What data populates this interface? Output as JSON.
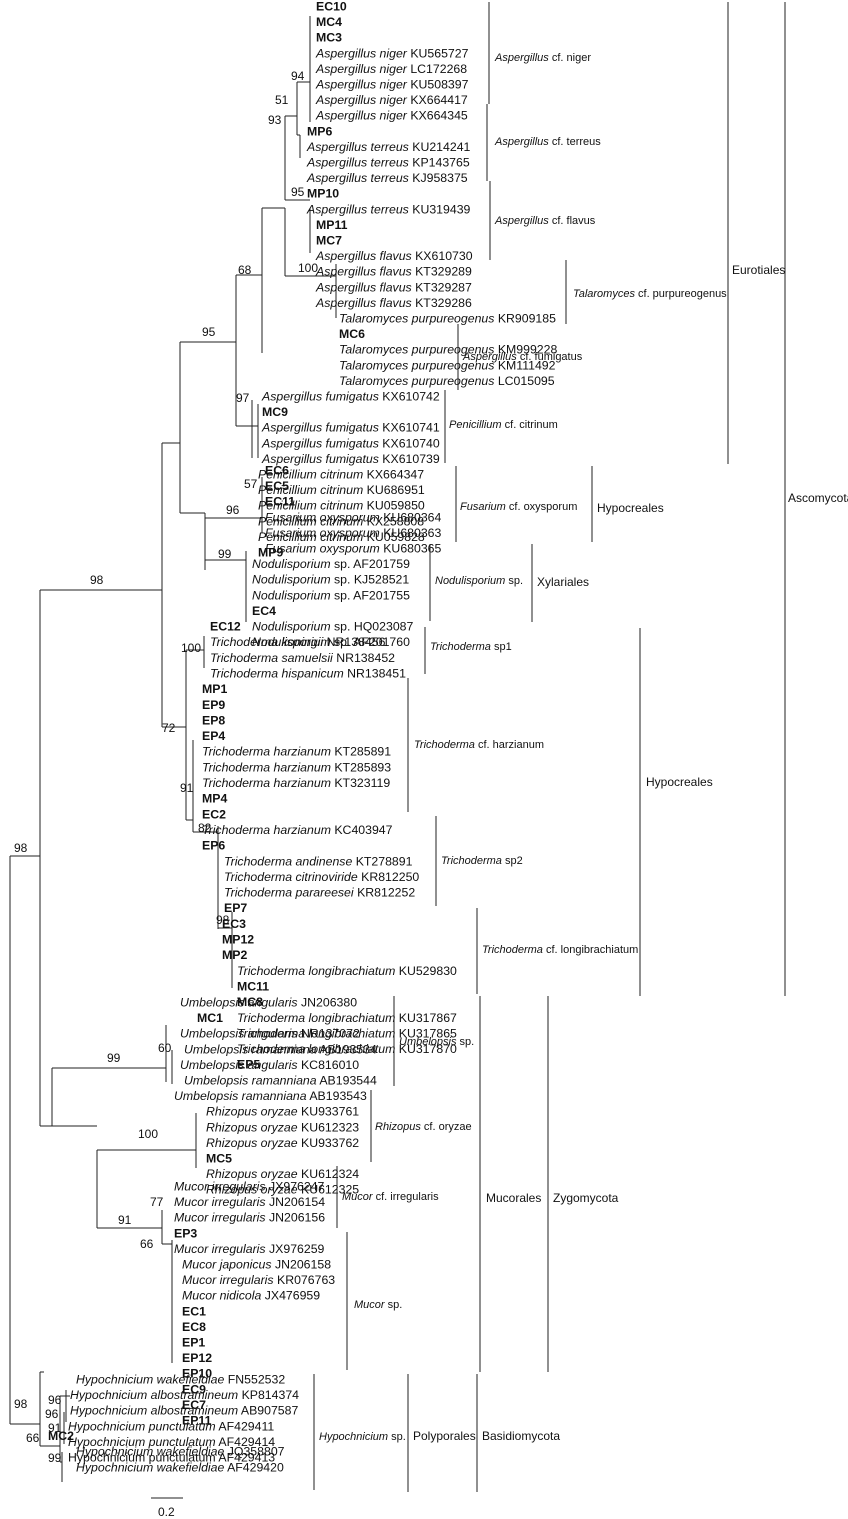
{
  "taxa": [
    {
      "label": "EC10",
      "bold": true
    },
    {
      "label": "MC4",
      "bold": true
    },
    {
      "label": "MC3",
      "bold": true
    },
    {
      "genus": "Aspergillus niger",
      "acc": "KU565727"
    },
    {
      "genus": "Aspergillus niger",
      "acc": "LC172268"
    },
    {
      "genus": "Aspergillus niger",
      "acc": "KU508397"
    },
    {
      "genus": "Aspergillus niger",
      "acc": "KX664417"
    },
    {
      "genus": "Aspergillus niger",
      "acc": "KX664345"
    },
    {
      "label": "MP6",
      "bold": true
    },
    {
      "genus": "Aspergillus terreus",
      "acc": "KU214241"
    },
    {
      "genus": "Aspergillus terreus",
      "acc": "KP143765"
    },
    {
      "genus": "Aspergillus terreus",
      "acc": "KJ958375"
    },
    {
      "label": "MP10",
      "bold": true
    },
    {
      "genus": "Aspergillus terreus",
      "acc": "KU319439"
    },
    {
      "label": "MP11",
      "bold": true
    },
    {
      "label": "MC7",
      "bold": true
    },
    {
      "genus": "Aspergillus flavus",
      "acc": "KX610730"
    },
    {
      "genus": "Aspergillus flavus",
      "acc": "KT329289"
    },
    {
      "genus": "Aspergillus flavus",
      "acc": "KT329287"
    },
    {
      "genus": "Aspergillus flavus",
      "acc": "KT329286"
    },
    {
      "genus": "Talaromyces purpureogenus",
      "acc": "KR909185"
    },
    {
      "label": "MC6",
      "bold": true
    },
    {
      "genus": "Talaromyces purpureogenus",
      "acc": "KM999228"
    },
    {
      "genus": "Talaromyces purpureogenus",
      "acc": "KM111492"
    },
    {
      "genus": "Talaromyces purpureogenus",
      "acc": "LC015095"
    },
    {
      "genus": "Aspergillus fumigatus",
      "acc": "KX610742"
    },
    {
      "label": "MC9",
      "bold": true
    },
    {
      "genus": "Aspergillus fumigatus",
      "acc": "KX610741"
    },
    {
      "genus": "Aspergillus fumigatus",
      "acc": "KX610740"
    },
    {
      "genus": "Aspergillus fumigatus",
      "acc": "KX610739"
    },
    {
      "genus": "Penicillium citrinum",
      "acc": "KX664347"
    },
    {
      "genus": "Penicillium citrinum",
      "acc": "KU686951"
    },
    {
      "genus": "Penicillium citrinum",
      "acc": "KU059850"
    },
    {
      "genus": "Penicillium citrinum",
      "acc": "KX258808"
    },
    {
      "genus": "Penicillium citrinum",
      "acc": "KU059828"
    },
    {
      "label": "MP9",
      "bold": true
    },
    {
      "label": "EC6",
      "bold": true
    },
    {
      "label": "EC5",
      "bold": true
    },
    {
      "label": "EC11",
      "bold": true
    },
    {
      "genus": "Fusarium oxysporum",
      "acc": "KU680364"
    },
    {
      "genus": "Fusarium oxysporum",
      "acc": "KU680363"
    },
    {
      "genus": "Fusarium oxysporum",
      "acc": "KU680365"
    },
    {
      "genus": "Nodulisporium",
      "acc": "sp. AF201759"
    },
    {
      "genus": "Nodulisporium",
      "acc": "sp. KJ528521"
    },
    {
      "genus": "Nodulisporium",
      "acc": "sp. AF201755"
    },
    {
      "label": "EC4",
      "bold": true
    },
    {
      "genus": "Nodulisporium",
      "acc": "sp. HQ023087"
    },
    {
      "genus": "Nodulisporium",
      "acc": "sp. AF201760"
    },
    {
      "label": "EC12",
      "bold": true
    },
    {
      "genus": "Trichoderma koningii",
      "acc": "NR138456"
    },
    {
      "genus": "Trichoderma samuelsii",
      "acc": "NR138452"
    },
    {
      "genus": "Trichoderma hispanicum",
      "acc": "NR138451"
    },
    {
      "label": "MP1",
      "bold": true
    },
    {
      "label": "EP9",
      "bold": true
    },
    {
      "label": "EP8",
      "bold": true
    },
    {
      "label": "EP4",
      "bold": true
    },
    {
      "genus": "Trichoderma harzianum",
      "acc": "KT285891"
    },
    {
      "genus": "Trichoderma harzianum",
      "acc": "KT285893"
    },
    {
      "genus": "Trichoderma harzianum",
      "acc": "KT323119"
    },
    {
      "label": "MP4",
      "bold": true
    },
    {
      "label": "EC2",
      "bold": true
    },
    {
      "genus": "Trichoderma harzianum",
      "acc": "KC403947"
    },
    {
      "label": "EP6",
      "bold": true
    },
    {
      "genus": "Trichoderma andinense",
      "acc": "KT278891"
    },
    {
      "genus": "Trichoderma citrinoviride",
      "acc": "KR812250"
    },
    {
      "genus": "Trichoderma parareesei",
      "acc": "KR812252"
    },
    {
      "label": "EP7",
      "bold": true
    },
    {
      "label": "EC3",
      "bold": true
    },
    {
      "label": "MP12",
      "bold": true
    },
    {
      "label": "MP2",
      "bold": true
    },
    {
      "genus": "Trichoderma longibrachiatum",
      "acc": "KU529830"
    },
    {
      "label": "MC11",
      "bold": true
    },
    {
      "label": "MC8",
      "bold": true
    },
    {
      "genus": "Trichoderma longibrachiatum",
      "acc": "KU317867"
    },
    {
      "genus": "Trichoderma longibrachiatum",
      "acc": "KU317865"
    },
    {
      "genus": "Trichoderma longibrachiatum",
      "acc": "KU317870"
    },
    {
      "label": "EP5",
      "bold": true
    },
    {
      "genus": "Umbelopsis angularis",
      "acc": "JN206380"
    },
    {
      "label": "MC1",
      "bold": true
    },
    {
      "genus": "Umbelopsis angularis",
      "acc": "NR137072"
    },
    {
      "genus": "Umbelopsis ramanniana",
      "acc": "AB193534"
    },
    {
      "genus": "Umbelopsis angularis",
      "acc": "KC816010"
    },
    {
      "genus": "Umbelopsis ramanniana",
      "acc": "AB193544"
    },
    {
      "genus": "Umbelopsis ramanniana",
      "acc": "AB193543"
    },
    {
      "genus": "Rhizopus oryzae",
      "acc": "KU933761"
    },
    {
      "genus": "Rhizopus oryzae",
      "acc": "KU612323"
    },
    {
      "genus": "Rhizopus oryzae",
      "acc": "KU933762"
    },
    {
      "label": "MC5",
      "bold": true
    },
    {
      "genus": "Rhizopus oryzae",
      "acc": "KU612324"
    },
    {
      "genus": "Rhizopus oryzae",
      "acc": "KU612325"
    },
    {
      "genus": "Mucor irregularis",
      "acc": "JX976247"
    },
    {
      "genus": "Mucor irregularis",
      "acc": "JN206154"
    },
    {
      "genus": "Mucor irregularis",
      "acc": "JN206156"
    },
    {
      "label": "EP3",
      "bold": true
    },
    {
      "genus": "Mucor irregularis",
      "acc": "JX976259"
    },
    {
      "genus": "Mucor japonicus",
      "acc": "JN206158"
    },
    {
      "genus": "Mucor irregularis",
      "acc": "KR076763"
    },
    {
      "genus": "Mucor nidicola",
      "acc": "JX476959"
    },
    {
      "label": "EC1",
      "bold": true
    },
    {
      "label": "EC8",
      "bold": true
    },
    {
      "label": "EP1",
      "bold": true
    },
    {
      "label": "EP12",
      "bold": true
    },
    {
      "label": "EP10",
      "bold": true
    },
    {
      "label": "EC9",
      "bold": true
    },
    {
      "label": "EC7",
      "bold": true
    },
    {
      "label": "EP11",
      "bold": true
    },
    {
      "label": "MC2",
      "bold": true
    },
    {
      "genus": "Hypochnicium wakefieldiae",
      "acc": "JQ358807"
    },
    {
      "genus": "Hypochnicium wakefieldiae",
      "acc": "AF429420"
    },
    {
      "genus": "Hypochnicium wakefieldiae",
      "acc": "FN552532"
    },
    {
      "genus": "Hypochnicium albostramineum",
      "acc": "KP814374"
    },
    {
      "genus": "Hypochnicium albostramineum",
      "acc": "AB907587"
    },
    {
      "genus": "Hypochnicium punctulatum",
      "acc": "AF429411"
    },
    {
      "genus": "Hypochnicium punctulatum",
      "acc": "AF429414"
    },
    {
      "genus": "Hypochnicium punctulatum",
      "acc": "AF429413",
      "roman": true
    }
  ],
  "bootstrap": [
    "94",
    "51",
    "93",
    "95",
    "100",
    "68",
    "95",
    "97",
    "57",
    "96",
    "99",
    "98",
    "100",
    "72",
    "91",
    "82",
    "98",
    "98",
    "60",
    "99",
    "100",
    "77",
    "91",
    "66",
    "91",
    "96",
    "96",
    "66",
    "99",
    "98"
  ],
  "groups": [
    {
      "it": "Aspergillus",
      "rest": " cf. niger"
    },
    {
      "it": "Aspergillus",
      "rest": " cf. terreus"
    },
    {
      "it": "Aspergillus",
      "rest": " cf. flavus"
    },
    {
      "it": "Talaromyces",
      "rest": " cf. purpureogenus"
    },
    {
      "it": "Aspergillus",
      "rest": " cf. fumigatus"
    },
    {
      "it": "Penicillium",
      "rest": " cf. citrinum"
    },
    {
      "it": "Fusarium",
      "rest": " cf. oxysporum"
    },
    {
      "it": "Nodulisporium",
      "rest": " sp."
    },
    {
      "it": "Trichoderma",
      "rest": " sp1"
    },
    {
      "it": "Trichoderma",
      "rest": " cf. harzianum"
    },
    {
      "it": "Trichoderma",
      "rest": " sp2"
    },
    {
      "it": "Trichoderma",
      "rest": " cf. longibrachiatum"
    },
    {
      "it": "Umbelopsis",
      "rest": " sp."
    },
    {
      "it": "Rhizopus",
      "rest": " cf. oryzae"
    },
    {
      "it": "Mucor",
      "rest": " cf. irregularis"
    },
    {
      "it": "Mucor",
      "rest": " sp."
    },
    {
      "it": "Hypochnicium",
      "rest": " sp."
    }
  ],
  "orders": [
    "Eurotiales",
    "Hypocreales",
    "Xylariales",
    "Hypocreales",
    "Mucorales",
    "Polyporales"
  ],
  "phyla": [
    "Ascomycota",
    "Zygomycota",
    "Basidiomycota"
  ],
  "scale": "0.2"
}
